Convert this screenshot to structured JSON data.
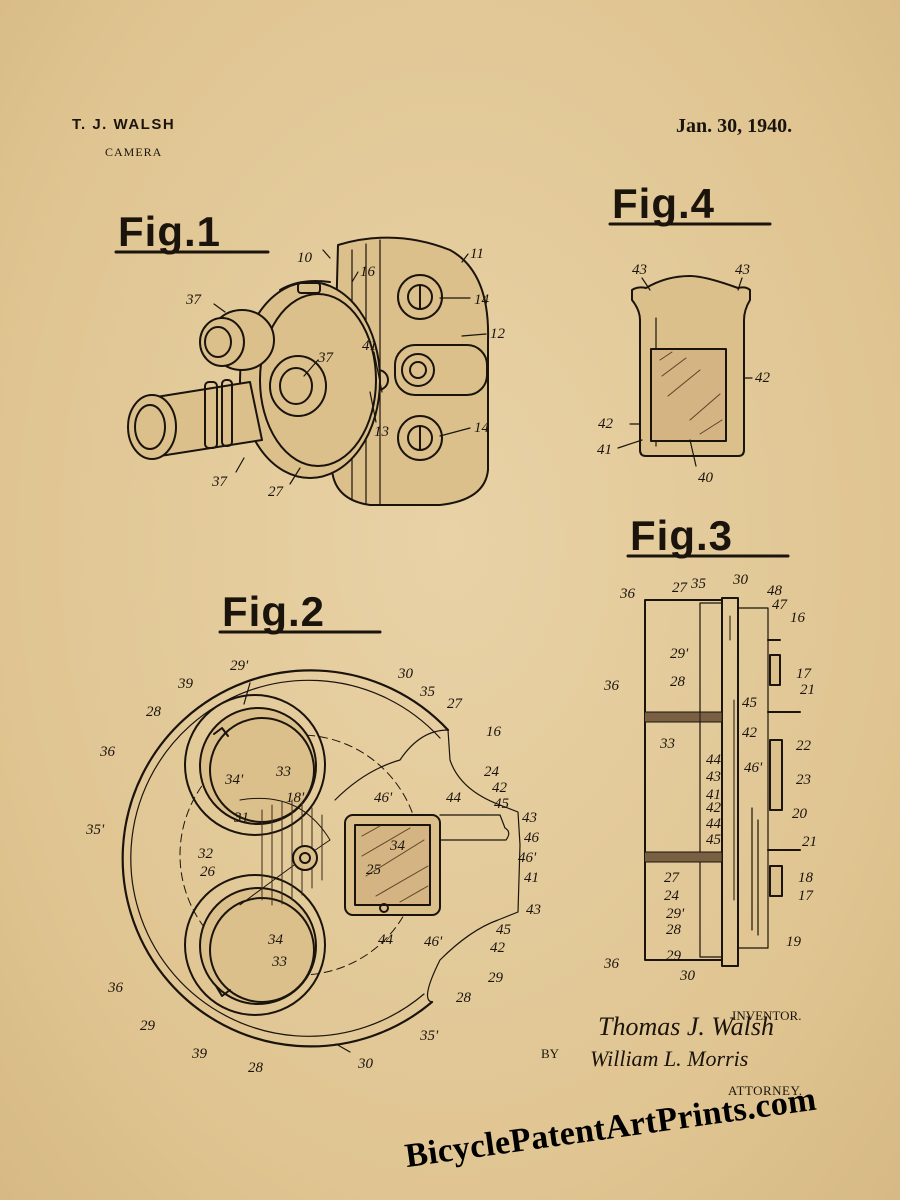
{
  "header": {
    "inventor": "T. J. WALSH",
    "subject": "CAMERA",
    "date": "Jan. 30, 1940."
  },
  "figures": {
    "fig1": {
      "title": "Fig.1",
      "refs": {
        "r10": "10",
        "r11": "11",
        "r16": "16",
        "r37a": "37",
        "r14a": "14",
        "r12": "12",
        "r37b": "37",
        "r41": "41",
        "r13": "13",
        "r14b": "14",
        "r37c": "37",
        "r27": "27"
      }
    },
    "fig4": {
      "title": "Fig.4",
      "refs": {
        "r43a": "43",
        "r43b": "43",
        "r42a": "42",
        "r42b": "42",
        "r41": "41",
        "r40": "40"
      }
    },
    "fig3": {
      "title": "Fig.3",
      "refs": {
        "r36a": "36",
        "r27": "27",
        "r35": "35",
        "r30a": "30",
        "r48": "48",
        "r47": "47",
        "r16": "16",
        "r29p": "29'",
        "r28a": "28",
        "r17a": "17",
        "r36b": "36",
        "r21a": "21",
        "r45a": "45",
        "r42a": "42",
        "r33": "33",
        "r22": "22",
        "r44a": "44",
        "r46p": "46'",
        "r43": "43",
        "r23": "23",
        "r41": "41",
        "r42b": "42",
        "r20": "20",
        "r44b": "44",
        "r45b": "45",
        "r21b": "21",
        "r27b": "27",
        "r24": "24",
        "r18": "18",
        "r17b": "17",
        "r29pb": "29'",
        "r28b": "28",
        "r19": "19",
        "r29": "29",
        "r36c": "36",
        "r30b": "30"
      }
    },
    "fig2": {
      "title": "Fig.2",
      "refs": {
        "r29p": "29'",
        "r30a": "30",
        "r39a": "39",
        "r35": "35",
        "r27": "27",
        "r28a": "28",
        "r16": "16",
        "r36a": "36",
        "r34pa": "34'",
        "r33a": "33",
        "r18p": "18'",
        "r24": "24",
        "r46pa": "46'",
        "r44a": "44",
        "r42a": "42",
        "r45a": "45",
        "r35p": "35'",
        "r31": "31",
        "r43a": "43",
        "r46": "46",
        "r32": "32",
        "r34": "34",
        "r46pb": "46'",
        "r26": "26",
        "r25": "25",
        "r41": "41",
        "r43b": "43",
        "r44b": "44",
        "r46pc": "46'",
        "r45b": "45",
        "r42b": "42",
        "r34b": "34",
        "r33b": "33",
        "r29": "29",
        "r36b": "36",
        "r28b": "28",
        "r29b": "29",
        "r35pb": "35'",
        "r39b": "39",
        "r28c": "28",
        "r30b": "30"
      }
    }
  },
  "signature": {
    "inventor_label": "INVENTOR.",
    "inventor_signature": "Thomas J. Walsh",
    "by": "BY",
    "attorney_signature": "William L. Morris",
    "attorney_label": "ATTORNEY."
  },
  "watermark": "BicyclePatentArtPrints.com",
  "colors": {
    "paper": "#e2c99a",
    "ink": "#1b140c"
  }
}
